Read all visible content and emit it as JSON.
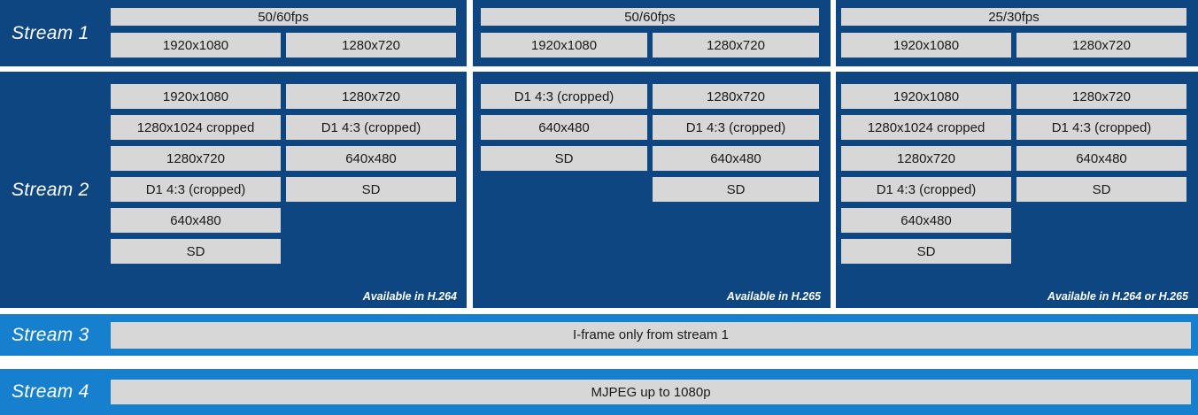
{
  "colors": {
    "dark_blue": "#0D4680",
    "light_blue": "#1680CE",
    "bar_gray": "#D7D7D7",
    "bar_text": "#1a1a1a",
    "label_text": "#ffffff"
  },
  "stream1": {
    "label": "Stream 1",
    "panels": [
      {
        "fps": "50/60fps",
        "resolutions": [
          "1920x1080",
          "1280x720"
        ]
      },
      {
        "fps": "50/60fps",
        "resolutions": [
          "1920x1080",
          "1280x720"
        ]
      },
      {
        "fps": "25/30fps",
        "resolutions": [
          "1920x1080",
          "1280x720"
        ]
      }
    ]
  },
  "stream2": {
    "label": "Stream 2",
    "panels": [
      {
        "col1": [
          "1920x1080",
          "1280x1024 cropped",
          "1280x720",
          "D1 4:3 (cropped)",
          "640x480",
          "SD"
        ],
        "col2": [
          "1280x720",
          "D1 4:3 (cropped)",
          "640x480",
          "SD"
        ],
        "footer": "Available in H.264"
      },
      {
        "col1": [
          "D1 4:3 (cropped)",
          "640x480",
          "SD"
        ],
        "col2": [
          "1280x720",
          "D1 4:3 (cropped)",
          "640x480",
          "SD"
        ],
        "footer": "Available in H.265"
      },
      {
        "col1": [
          "1920x1080",
          "1280x1024 cropped",
          "1280x720",
          "D1 4:3 (cropped)",
          "640x480",
          "SD"
        ],
        "col2": [
          "1280x720",
          "D1 4:3 (cropped)",
          "640x480",
          "SD"
        ],
        "footer": "Available in H.264 or H.265"
      }
    ]
  },
  "stream3": {
    "label": "Stream 3",
    "bar": "I-frame only from stream 1"
  },
  "stream4": {
    "label": "Stream 4",
    "bar": "MJPEG up to 1080p"
  }
}
